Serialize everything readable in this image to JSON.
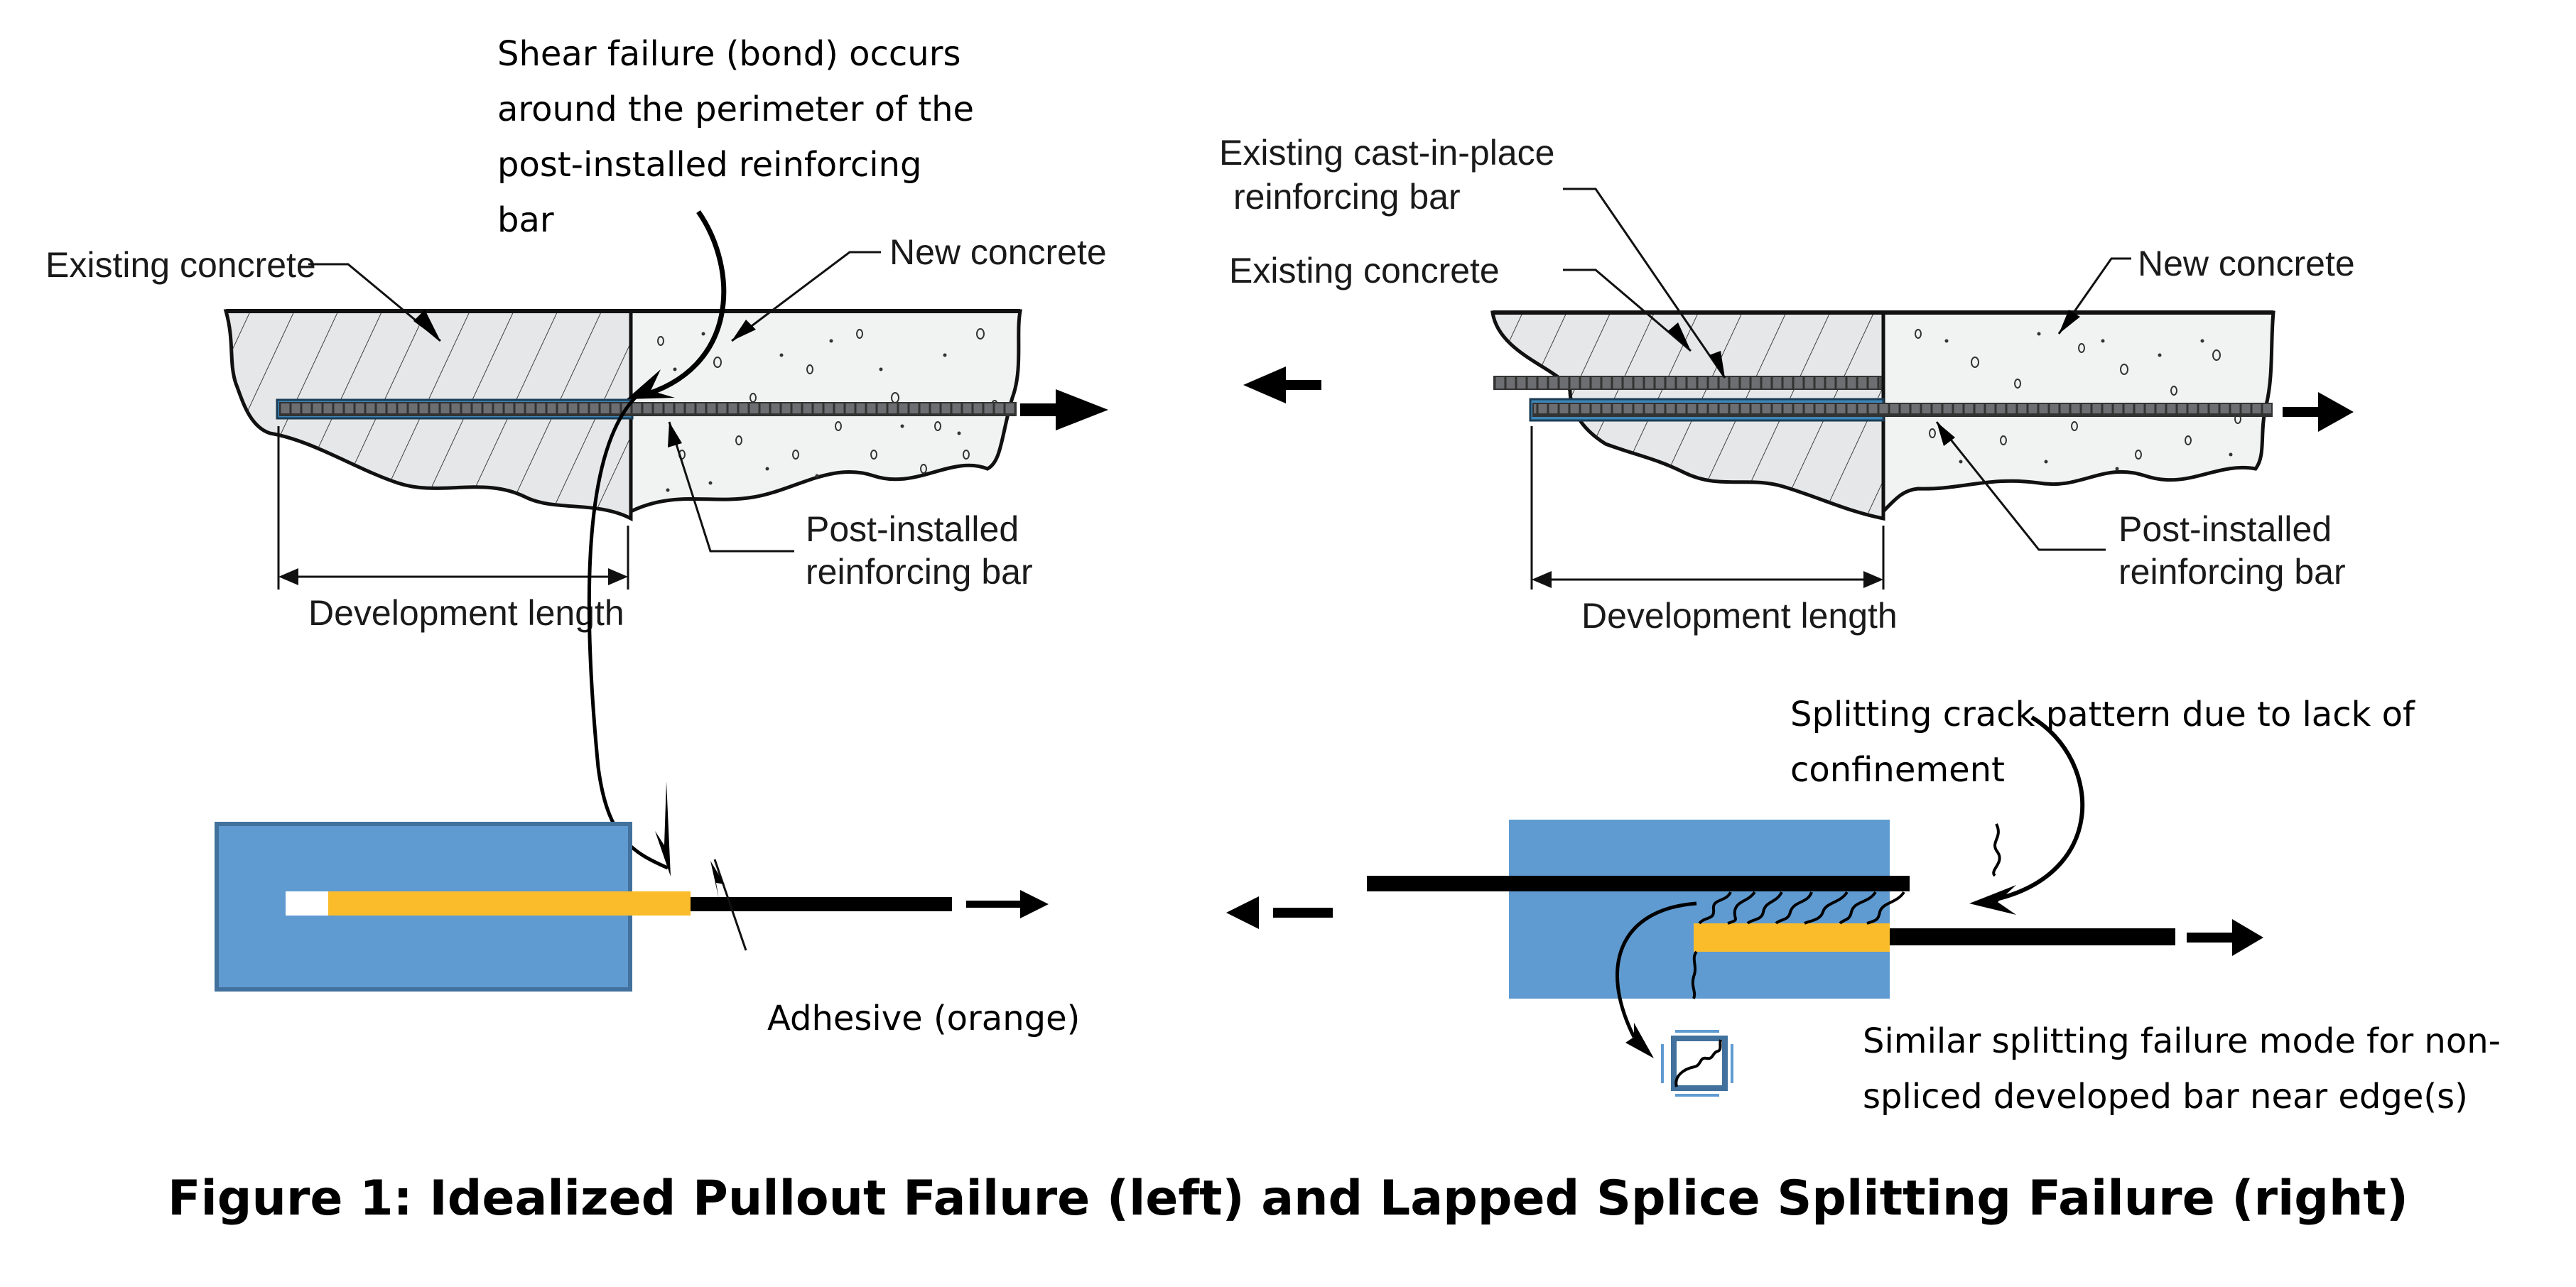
{
  "caption": "Figure 1: Idealized Pullout Failure (left) and Lapped Splice Splitting Failure (right)",
  "colors": {
    "existing_concrete": "#e6e7e8",
    "new_concrete": "#f1f2f2",
    "adhesive_sleeve_blue": "#3d86b8",
    "block_blue": "#5f9bd1",
    "block_border": "#41719c",
    "adhesive_orange": "#fbbc2c",
    "bar": "#000000"
  },
  "left_panel": {
    "shear_note": [
      "Shear failure (bond) occurs",
      "around the perimeter of the",
      "post-installed reinforcing",
      "bar"
    ],
    "existing_concrete": "Existing concrete",
    "new_concrete": "New concrete",
    "post_installed": [
      "Post-installed",
      "reinforcing bar"
    ],
    "development_length": "Development length",
    "adhesive": "Adhesive (orange)"
  },
  "right_panel": {
    "existing_cip": [
      "Existing cast-in-place",
      "reinforcing bar"
    ],
    "existing_concrete": "Existing concrete",
    "new_concrete": "New concrete",
    "post_installed": [
      "Post-installed",
      "reinforcing bar"
    ],
    "development_length": "Development length",
    "splitting_note": [
      "Splitting crack pattern due to lack of",
      "confinement"
    ],
    "similar_note": [
      "Similar splitting failure mode for non-",
      "spliced developed bar near edge(s)"
    ]
  },
  "icons": {
    "tension_arrow": "arrow-right",
    "compression_arrow": "arrow-left",
    "edge_split_detail": "split-square-icon"
  }
}
